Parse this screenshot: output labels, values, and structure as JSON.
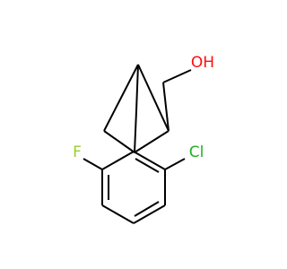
{
  "molecule": {
    "atoms": {
      "oh": {
        "label": "OH",
        "color": "#ff0d0d"
      },
      "f": {
        "label": "F",
        "color": "#9acd32"
      },
      "cl": {
        "label": "Cl",
        "color": "#20b020"
      }
    },
    "bond_color": "#000000",
    "background": "#ffffff"
  }
}
